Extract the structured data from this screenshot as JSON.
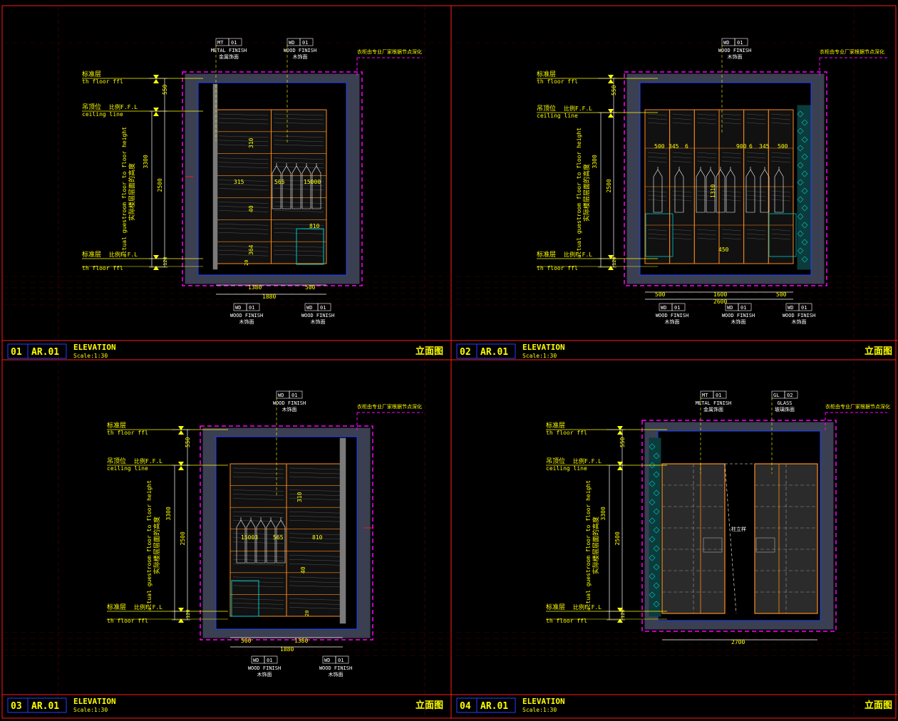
{
  "panels": [
    {
      "number": "01",
      "ref": "AR.01",
      "title": "ELEVATION",
      "scale": "Scale:1:30",
      "cn_title": "立面图",
      "levels": {
        "top_cn": "标准层",
        "top_en": "th floor ffl",
        "ceiling_cn": "吊顶位",
        "ceiling_code": "比例F.F.L",
        "ceiling_en": "ceiling line",
        "bottom_cn": "标准层",
        "bottom_code": "比例F.F.L",
        "bottom_en": "th floor ffl"
      },
      "vertical_note_en": "actual guestroom floor to floor height",
      "vertical_note_cn": "实际楼层层面的高度",
      "dims_vertical": [
        "550",
        "3300",
        "2500",
        "120"
      ],
      "dims_horizontal": [
        "1380",
        "500",
        "1880"
      ],
      "callout_note": "衣柜由专业厂家根据节点深化",
      "tags_top": [
        {
          "code": "MT",
          "num": "01",
          "en": "METAL FINISH",
          "cn": "金属饰面"
        },
        {
          "code": "WD",
          "num": "01",
          "en": "WOOD FINISH",
          "cn": "木饰面"
        }
      ],
      "tags_bottom": [
        {
          "code": "WD",
          "num": "01",
          "en": "WOOD FINISH",
          "cn": "木饰面"
        },
        {
          "code": "WD",
          "num": "01",
          "en": "WOOD FINISH",
          "cn": "木饰面"
        }
      ],
      "inner_labels": [
        "315",
        "565",
        "15000",
        "310",
        "40",
        "364",
        "20",
        "810"
      ]
    },
    {
      "number": "02",
      "ref": "AR.01",
      "title": "ELEVATION",
      "scale": "Scale:1:30",
      "cn_title": "立面图",
      "levels": {
        "top_cn": "标准层",
        "top_en": "th floor ffl",
        "ceiling_cn": "吊顶位",
        "ceiling_code": "比例F.F.L",
        "ceiling_en": "ceiling line",
        "bottom_cn": "标准层",
        "bottom_code": "比例F.F.L",
        "bottom_en": "th floor ffl"
      },
      "vertical_note_en": "actual guestroom floor to floor height",
      "vertical_note_cn": "实际楼层层面的高度",
      "dims_vertical": [
        "550",
        "3300",
        "2500",
        "120"
      ],
      "dims_horizontal": [
        "500",
        "1600",
        "500",
        "2600"
      ],
      "callout_note": "衣柜由专业厂家根据节点深化",
      "tags_top": [
        {
          "code": "WD",
          "num": "01",
          "en": "WOOD FINISH",
          "cn": "木饰面"
        }
      ],
      "tags_bottom": [
        {
          "code": "WD",
          "num": "01",
          "en": "WOOD FINISH",
          "cn": "木饰面"
        },
        {
          "code": "WD",
          "num": "01",
          "en": "WOOD FINISH",
          "cn": "木饰面"
        },
        {
          "code": "WD",
          "num": "01",
          "en": "WOOD FINISH",
          "cn": "木饰面"
        }
      ],
      "inner_labels": [
        "500",
        "345",
        "6",
        "900",
        "6",
        "345",
        "500",
        "1310",
        "450"
      ]
    },
    {
      "number": "03",
      "ref": "AR.01",
      "title": "ELEVATION",
      "scale": "Scale:1:30",
      "cn_title": "立面图",
      "levels": {
        "top_cn": "标准层",
        "top_en": "th floor ffl",
        "ceiling_cn": "吊顶位",
        "ceiling_code": "比例F.F.L",
        "ceiling_en": "ceiling line",
        "bottom_cn": "标准层",
        "bottom_code": "比例F.F.L",
        "bottom_en": "th floor ffl"
      },
      "vertical_note_en": "actual guestroom floor to floor height",
      "vertical_note_cn": "实际楼层层面的高度",
      "dims_vertical": [
        "550",
        "3300",
        "2500",
        "120"
      ],
      "dims_horizontal": [
        "500",
        "1380",
        "1880"
      ],
      "callout_note": "衣柜由专业厂家根据节点深化",
      "tags_top": [
        {
          "code": "WD",
          "num": "01",
          "en": "WOOD FINISH",
          "cn": "木饰面"
        }
      ],
      "tags_bottom": [
        {
          "code": "WD",
          "num": "01",
          "en": "WOOD FINISH",
          "cn": "木饰面"
        },
        {
          "code": "WD",
          "num": "01",
          "en": "WOOD FINISH",
          "cn": "木饰面"
        }
      ],
      "inner_labels": [
        "15003",
        "565",
        "810",
        "310",
        "40",
        "20"
      ]
    },
    {
      "number": "04",
      "ref": "AR.01",
      "title": "ELEVATION",
      "scale": "Scale:1:30",
      "cn_title": "立面图",
      "levels": {
        "top_cn": "标准层",
        "top_en": "th floor ffl",
        "ceiling_cn": "吊顶位",
        "ceiling_code": "比例F.F.L",
        "ceiling_en": "ceiling line",
        "bottom_cn": "标准层",
        "bottom_code": "比例F.F.L",
        "bottom_en": "th floor ffl"
      },
      "vertical_note_en": "actual guestroom floor to floor height",
      "vertical_note_cn": "实际楼层层面的高度",
      "dims_vertical": [
        "550",
        "3300",
        "2500",
        "120"
      ],
      "dims_horizontal": [
        "2700"
      ],
      "callout_note": "衣柜由专业厂家根据节点深化",
      "tags_top": [
        {
          "code": "MT",
          "num": "01",
          "en": "METAL FINISH",
          "cn": "金属饰面"
        },
        {
          "code": "GL",
          "num": "02",
          "en": "GLASS",
          "cn": "玻璃饰面"
        }
      ],
      "tags_bottom": [],
      "inner_labels": [
        "柱立样"
      ]
    }
  ],
  "colors": {
    "background": "#000000",
    "frame": "#ff1a1a",
    "magenta": "#ff00ff",
    "yellow": "#ffff00",
    "orange": "#ff8c1a",
    "cyan": "#00c8c8",
    "blue": "#2040ff",
    "white": "#ffffff",
    "gray": "#7a7a7a",
    "wall": "#3a3f52"
  }
}
